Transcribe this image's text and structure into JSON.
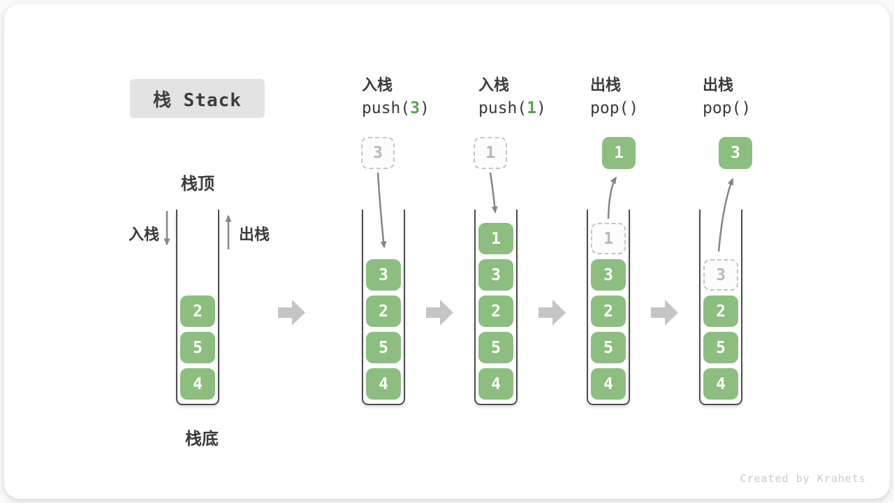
{
  "page": {
    "title_badge": "栈 Stack",
    "watermark": "Created by Krahets"
  },
  "colors": {
    "item_green": "#8cbe80",
    "code_arg_green": "#5aa348",
    "dashed_gray": "#c4c4c4",
    "block_arrow_gray": "#c5c5c5",
    "thin_arrow_gray": "#868686",
    "container_line": "#4d4d4d",
    "badge_bg": "#e3e3e3"
  },
  "base_stack": {
    "top_label": "栈顶",
    "bottom_label": "栈底",
    "push_label": "入栈",
    "pop_label": "出栈",
    "items": [
      "2",
      "5",
      "4"
    ]
  },
  "steps": [
    {
      "action": "入栈",
      "call": {
        "prefix": "push(",
        "arg": "3",
        "suffix": ")"
      },
      "floating": {
        "value": "3",
        "variant": "dashed"
      },
      "items": [
        "3",
        "2",
        "5",
        "4"
      ]
    },
    {
      "action": "入栈",
      "call": {
        "prefix": "push(",
        "arg": "1",
        "suffix": ")"
      },
      "floating": {
        "value": "1",
        "variant": "dashed"
      },
      "items": [
        "1",
        "3",
        "2",
        "5",
        "4"
      ]
    },
    {
      "action": "出栈",
      "call": {
        "prefix": "pop(",
        "arg": "",
        "suffix": ")"
      },
      "floating": {
        "value": "1",
        "variant": "solid"
      },
      "ghost": "1",
      "items": [
        "3",
        "2",
        "5",
        "4"
      ]
    },
    {
      "action": "出栈",
      "call": {
        "prefix": "pop(",
        "arg": "",
        "suffix": ")"
      },
      "floating": {
        "value": "3",
        "variant": "solid"
      },
      "ghost": "3",
      "items": [
        "2",
        "5",
        "4"
      ]
    }
  ]
}
